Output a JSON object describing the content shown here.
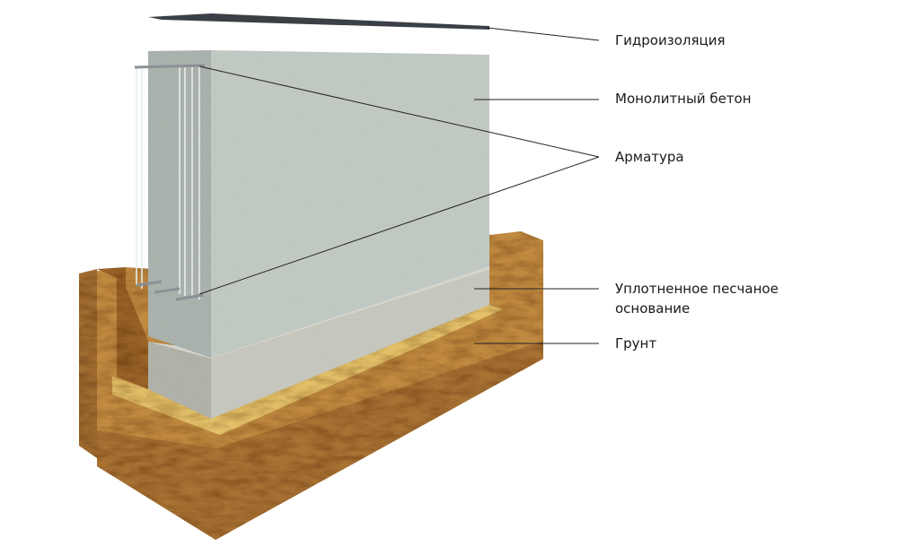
{
  "labels": {
    "waterproofing": "Гидроизоляция",
    "concrete": "Монолитный бетон",
    "rebar": "Арматура",
    "sand_line1": "Уплотненное песчаное",
    "sand_line2": "основание",
    "soil": "Грунт"
  },
  "colors": {
    "concrete": "#c4ccc6",
    "concrete_side": "#aab2ad",
    "sand": "#cfcfc6",
    "soil": "#b07a36",
    "soil_dark": "#8a5a26",
    "soil_light": "#e0bb62",
    "membrane": "#3c4248",
    "leader": "#222222"
  }
}
